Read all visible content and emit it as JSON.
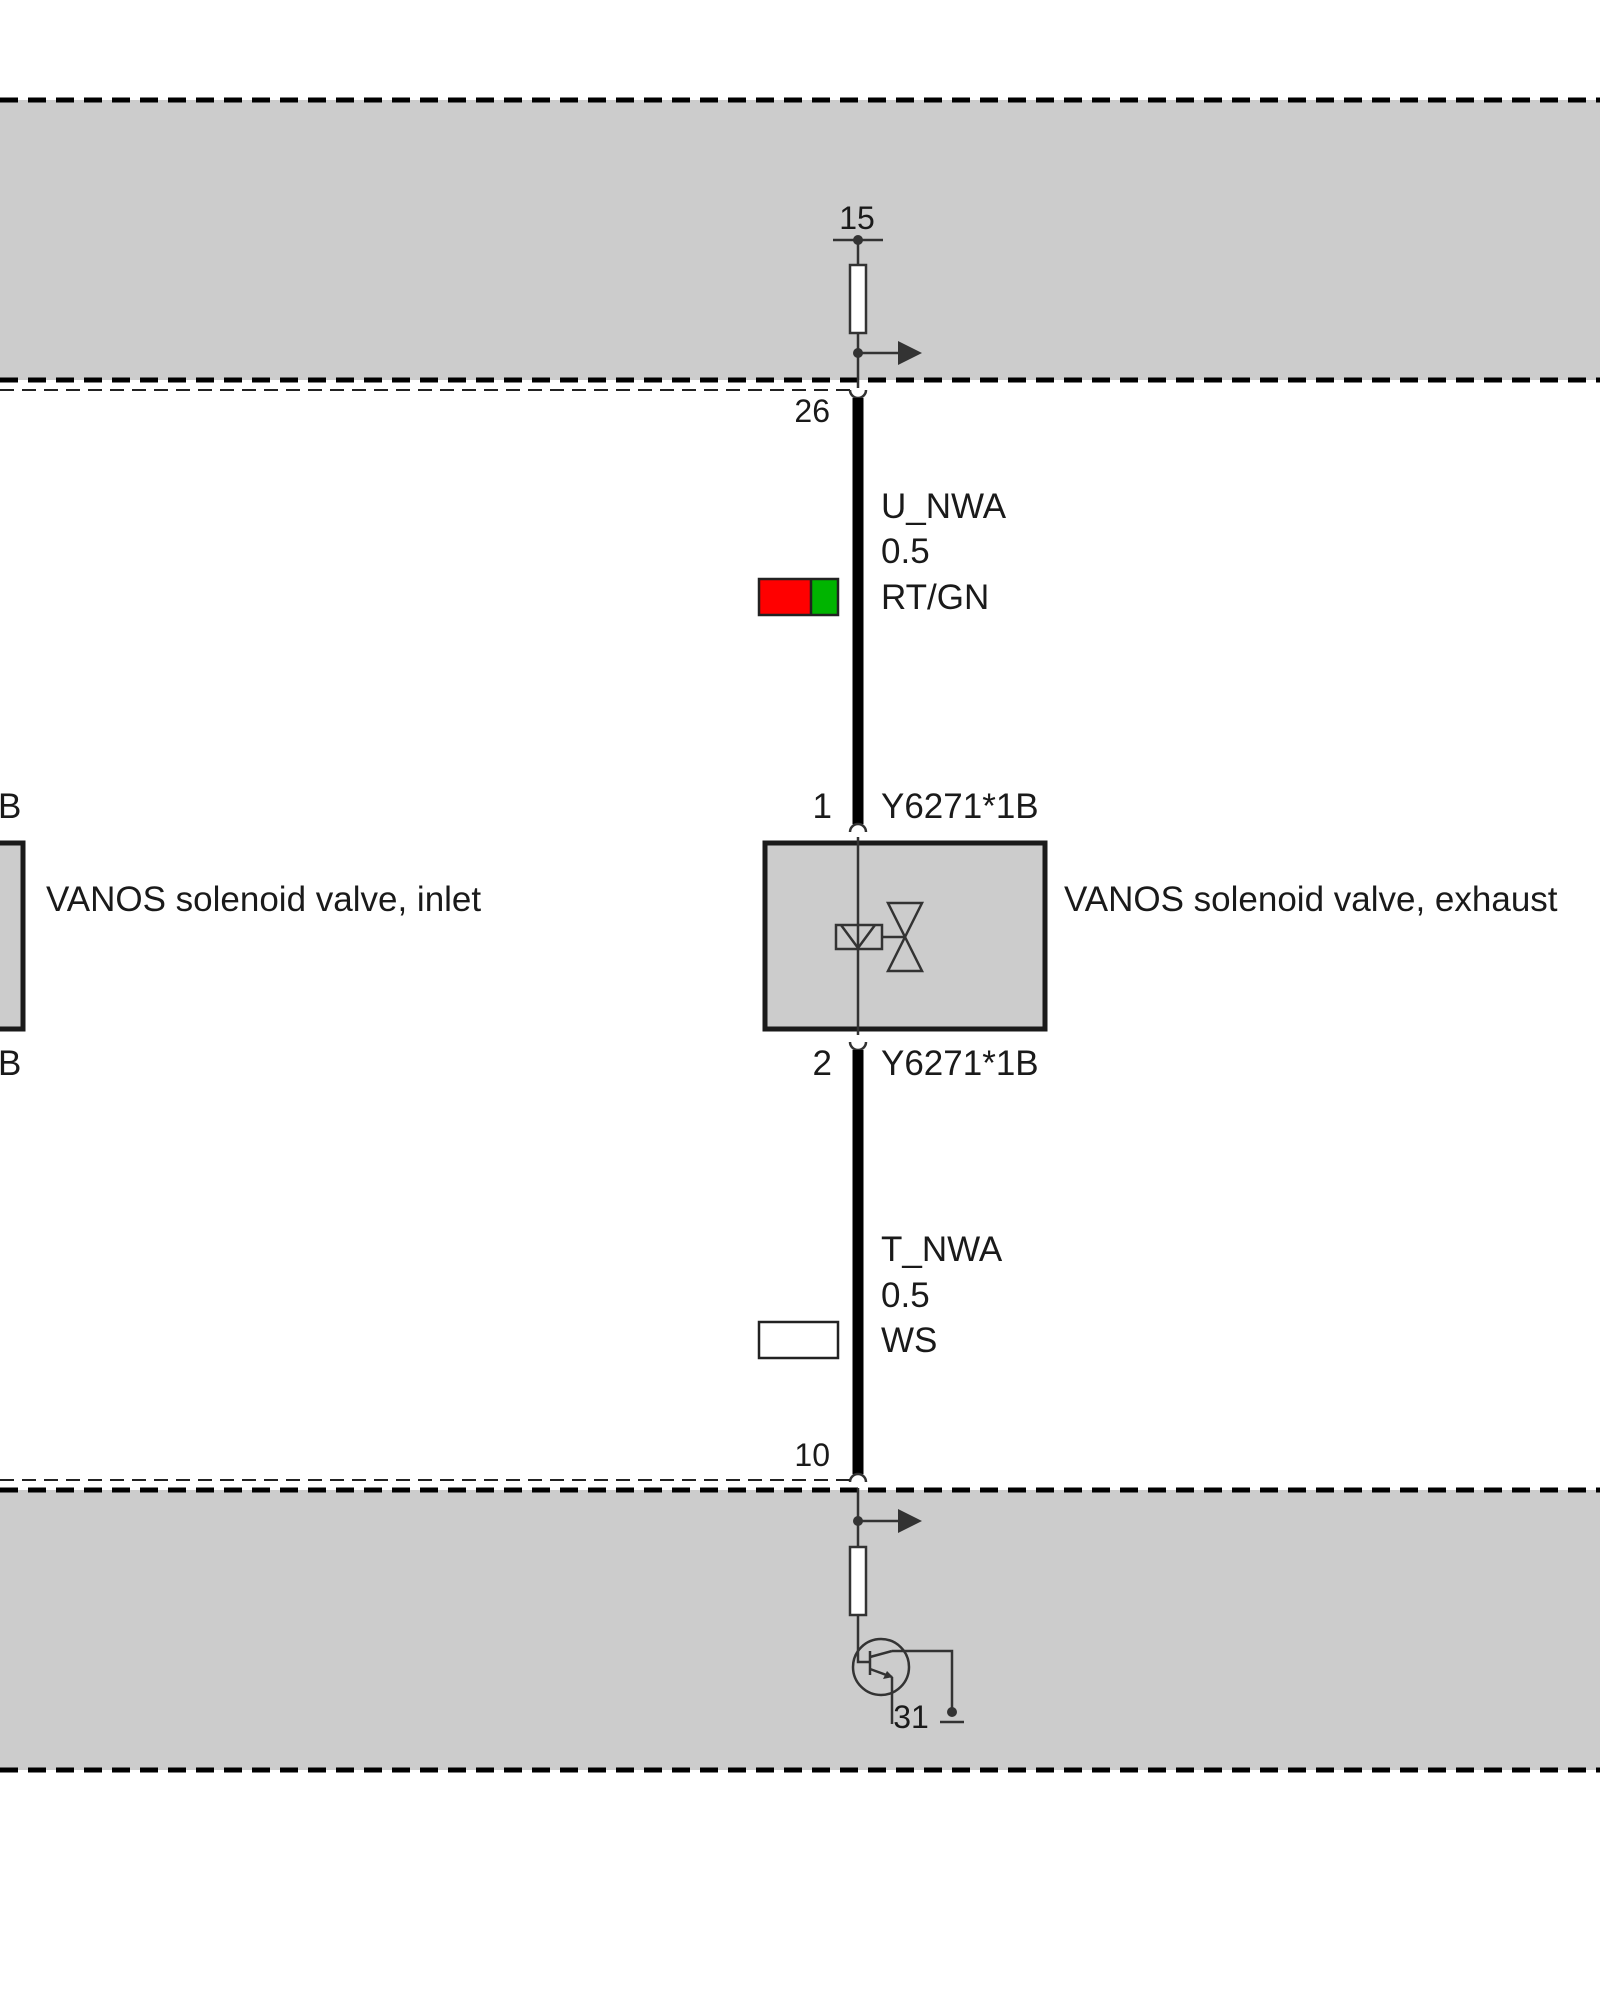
{
  "ecu_top": {
    "supply_terminal": "15",
    "pin": "26"
  },
  "ecu_bottom": {
    "pin": "10",
    "ground_terminal": "31"
  },
  "wire_supply": {
    "signal": "U_NWA",
    "gauge": "0.5",
    "color_code": "RT/GN",
    "colors": [
      "#ff0000",
      "#00b400"
    ]
  },
  "wire_return": {
    "signal": "T_NWA",
    "gauge": "0.5",
    "color_code": "WS",
    "colors": [
      "#ffffff"
    ]
  },
  "valve_exhaust": {
    "name": "VANOS solenoid valve, exhaust",
    "pin_top": "1",
    "pin_bottom": "2",
    "connector_top": "Y6271*1B",
    "connector_bottom": "Y6271*1B"
  },
  "valve_inlet": {
    "name": "VANOS solenoid valve, inlet",
    "connector_top_fragment": "B",
    "connector_bottom_fragment": "B"
  },
  "icons": {
    "solenoid": "solenoid-valve-icon",
    "resistor": "resistor-icon",
    "transistor": "npn-transistor-icon",
    "ground": "ground-icon",
    "arrow": "signal-arrow-icon"
  },
  "colors": {
    "module_fill": "#cccccc",
    "wire": "#000000",
    "outline": "#1a1a1a"
  }
}
